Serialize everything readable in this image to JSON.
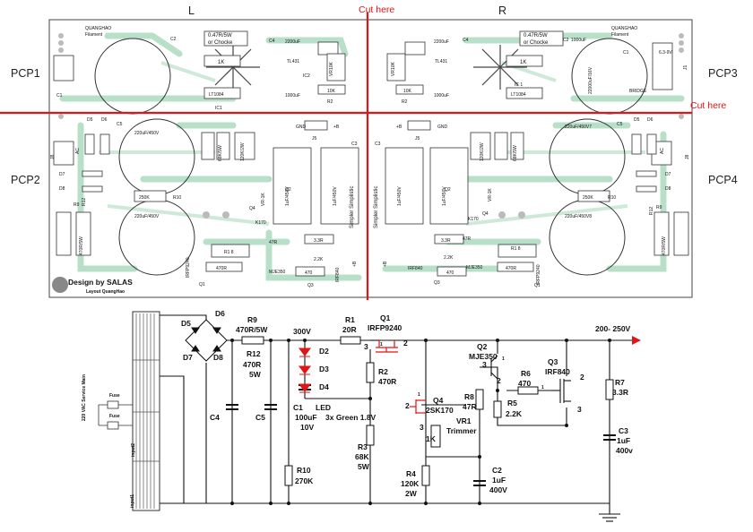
{
  "section_labels": {
    "left_channel": "L",
    "right_channel": "R",
    "cut_vertical": "Cut here",
    "cut_horizontal": "Cut here",
    "pcp1": "PCP1",
    "pcp2": "PCP2",
    "pcp3": "PCP3",
    "pcp4": "PCP4"
  },
  "pcb_labels": {
    "design_credit": "Design by SALAS",
    "layout_credit": "Layout QuangHao",
    "heater_brand_left": "QUANGHAO",
    "heater_label_left": "Filament",
    "heater_brand_right": "QUANGHAO",
    "heater_label_right": "Filament",
    "choke_value_left": "0.47R/5W",
    "choke_label_left": "or Chocke",
    "choke_value_right": "0.47R/5W",
    "choke_label_right": "or Chocke",
    "r1_left": "1K",
    "r1_right": "1K",
    "ic1_left": "IC1",
    "ic1_right": "IC 1",
    "lt1084_left": "LT1084",
    "lt1084_right": "LT1084",
    "ic2_left": "IC2",
    "tl431_left": "TL431",
    "tl431_right": "TL431",
    "cap_2200_left": "2200uF",
    "cap_2200_right": "2200uF",
    "cap_1000_left": "1000uF",
    "cap_1000_right": "1000uF",
    "cap_1000_top_right": "1000uF",
    "vr_left": "VR10K",
    "vr_right": "VR10K",
    "r10k_left": "10K",
    "r10k_right": "10K",
    "r2_left": "R2",
    "r2_right": "R2",
    "bridge": "BRIDGE",
    "supply_6v3": "6.3-9V",
    "j1_right": "J1",
    "big_cap_right": "22000uF/16V",
    "c5_left_value": "220uF/450V",
    "c4_left_value": "220uF/450V",
    "c5_right_value": "220uF/450V7",
    "c4_right_value": "220uF/450V8",
    "r250k_left": "250K",
    "r250k_right": "250K",
    "r10_left": "R10",
    "r10_right": "R10",
    "r68k_left": "68K/5W",
    "r68k_right": "68K/5W",
    "r120k_left": "120K/2W",
    "r120k_right": "120K/2W",
    "r470_5w_left": "470R/5W",
    "r470_5w_right": "470R/5W",
    "cap_1uf_a": "1uF/450V",
    "cap_1uf_b": "1uF/450V",
    "cap_1uf_c": "1uF/450V",
    "cap_1uf_d": "1uF/450V",
    "simplistic_left": "Simpler Simplistic",
    "simplistic_right": "Simpler Simplistic",
    "gnd_a": "GND",
    "gnd_b": "GND",
    "j5_left": "J5",
    "j5_right": "J5",
    "k170_left": "K170",
    "k170_right": "K170",
    "vr1k_left": "VR-1K",
    "vr1k_right": "VR-1K",
    "mje350_left": "MJE350",
    "mje350_right": "MJE350",
    "irf840_left": "IRF840",
    "irf840_right": "IRF840",
    "irfp9240_left": "IRFP9240",
    "irfp9240_right": "IRFP9240",
    "r3_3r_left": "3.3R",
    "r3_3r_right": "3.3R",
    "r2_2k_left": "2.2K",
    "r2_2k_right": "2.2K",
    "r470_left": "470",
    "r470_right": "470",
    "r470r_left": "470R",
    "r470r_right": "470R",
    "r47r_left": "47R",
    "r47r_right": "47R",
    "r1_8_left": "R1 8",
    "r1_8_right": "R1 8",
    "d5_left": "D5",
    "d6_left": "D6",
    "d7_left": "D7",
    "d8_left": "D8",
    "d5_right": "D5",
    "d6_right": "D6",
    "d7_right": "D7",
    "d8_right": "D8",
    "j8_left": "J8",
    "j8_right": "J8",
    "ac_left": "AC",
    "ac_right": "AC",
    "r9_left": "R9",
    "r9_right": "R9",
    "r12_left": "R12",
    "r12_right": "R12",
    "c1_left": "C1",
    "c1_right": "C1",
    "c2_left": "C2",
    "c2_right": "C2",
    "c3_left": "C3",
    "c3_right": "C3",
    "c4_left": "C4",
    "c4_right": "C4",
    "c5_left": "C5",
    "c5_right": "C5",
    "q1_left": "Q1",
    "q2_left": "Q2",
    "q3_left": "Q3",
    "q4_left": "Q4",
    "q1_right": "Q1",
    "q2_right": "Q2",
    "q3_right": "Q3",
    "q4_right": "Q4",
    "plus_b_a": "+B",
    "plus_b_b": "+B",
    "plus_b_c": "+B",
    "plus_b_d": "+B"
  },
  "schematic_labels": {
    "d5": "D5",
    "d6": "D6",
    "d7": "D7",
    "d8": "D8",
    "r9": "R9",
    "r9_value": "470R/5W",
    "r12": "R12",
    "r12_value": "470R",
    "r12_power": "5W",
    "c4": "C4",
    "c5": "C5",
    "r10": "R10",
    "r10_value": "270K",
    "led_voltage": "300V",
    "d2": "D2",
    "d3": "D3",
    "d4": "D4",
    "c1": "C1",
    "c1_value": "100uF",
    "c1_voltage": "10V",
    "led_label": "LED",
    "led_desc": "3x Green 1.8V",
    "r1": "R1",
    "r1_value": "20R",
    "q1": "Q1",
    "q1_part": "IRFP9240",
    "q1_pin1": "1",
    "q1_pin2": "2",
    "q1_pin3": "3",
    "r2": "R2",
    "r2_value": "470R",
    "r3": "R3",
    "r3_value": "68K",
    "r3_power": "5W",
    "r4": "R4",
    "r4_value": "120K",
    "r4_power": "2W",
    "q4": "Q4",
    "q4_part": "2SK170",
    "q4_pin1": "1",
    "q4_pin2": "2",
    "q4_pin3": "3",
    "vr1": "VR1",
    "vr1_value": "1K",
    "vr1_label": "Trimmer",
    "r8": "R8",
    "r8_value": "47R",
    "c2": "C2",
    "c2_value": "1uF",
    "c2_voltage": "400V",
    "q2": "Q2",
    "q2_part": "MJE350",
    "q2_pin1": "1",
    "q2_pin2": "2",
    "q2_pin3": "3",
    "r5": "R5",
    "r5_value": "2.2K",
    "r6": "R6",
    "r6_value": "470",
    "q3": "Q3",
    "q3_part": "IRF840",
    "q3_pin1": "1",
    "q3_pin2": "2",
    "q3_pin3": "3",
    "r7": "R7",
    "r7_value": "3.3R",
    "c3": "C3",
    "c3_value": "1uF",
    "c3_voltage": "400v",
    "output_voltage": "200- 250V",
    "fuse_a": "Fuse",
    "fuse_b": "Fuse",
    "mains": "220 VAC Service Main",
    "input1": "input1",
    "input2": "input2"
  },
  "colors": {
    "cut_line": "#e01515",
    "trace": "#b8e0c8",
    "outline": "#333333"
  }
}
